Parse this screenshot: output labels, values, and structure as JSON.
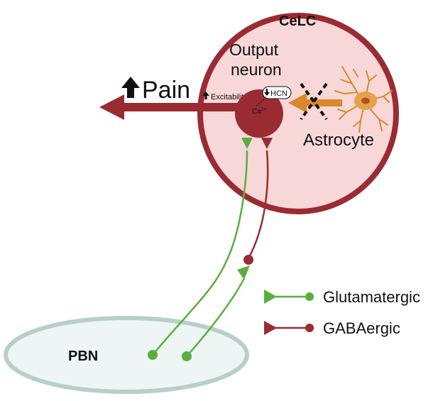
{
  "labels": {
    "region": "CeLC",
    "output_line1": "Output",
    "output_line2": "neuron",
    "pain": "Pain",
    "excitability": "Excitability",
    "hcn": "HCN",
    "calcium": "Ca",
    "calcium_charge": "2+",
    "astrocyte": "Astrocyte",
    "pbn": "PBN"
  },
  "legend": {
    "glutamatergic": "Glutamatergic",
    "gabaergic": "GABAergic"
  },
  "colors": {
    "celc_fill": "#f7d7d7",
    "celc_stroke": "#9b2b33",
    "neuron": "#9b2b33",
    "pain_arrow": "#9b2b33",
    "glutamatergic": "#5aae3e",
    "gabaergic": "#9b2b33",
    "astrocyte": "#d9892c",
    "pbn_fill": "#edf6f4",
    "pbn_stroke": "#b8cfc9"
  }
}
